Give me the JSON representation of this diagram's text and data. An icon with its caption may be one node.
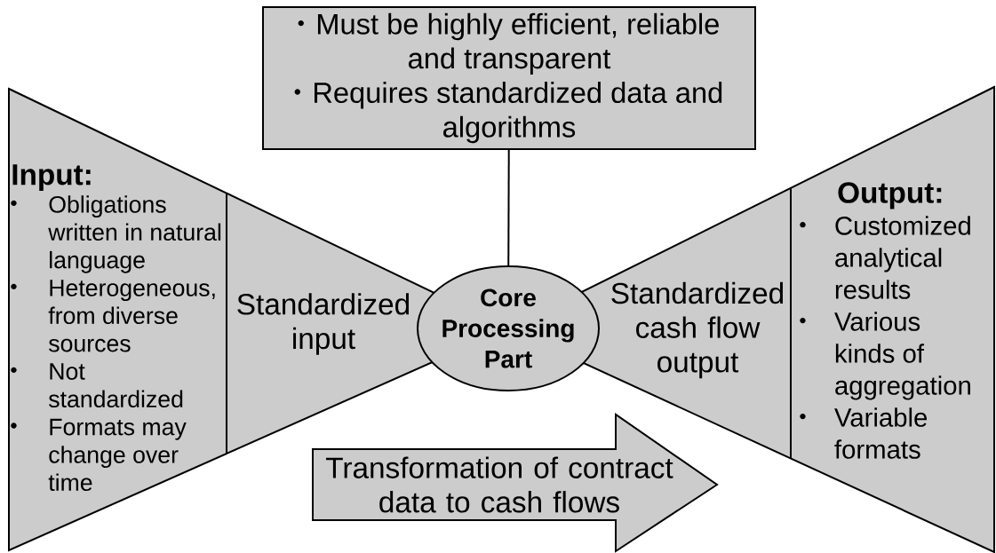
{
  "diagram": {
    "nodes": [
      {
        "text": [
          "Must be highly efficient, reliable and transparent",
          "Requires standardized data and algorithms"
        ]
      },
      {
        "text": [
          "Input:",
          "Obligations written in natural language",
          "Heterogeneous, from diverse sources",
          "Not standardized",
          "Formats may change over time"
        ]
      },
      {
        "text": [
          "Standardized input"
        ],
        "in": 1
      },
      {
        "text": [
          "Core Processing Part"
        ]
      },
      {
        "text": [
          "Standardized cash flow output"
        ],
        "in": 5
      },
      {
        "text": [
          "Output:",
          "Customized analytical results",
          "Various kinds of aggregation",
          "Variable formats"
        ]
      },
      {
        "text": [
          "Transformation of contract data to cash flows"
        ]
      }
    ],
    "edges": [
      {
        "from": 0,
        "to": 3,
        "arrow": "none"
      }
    ]
  }
}
